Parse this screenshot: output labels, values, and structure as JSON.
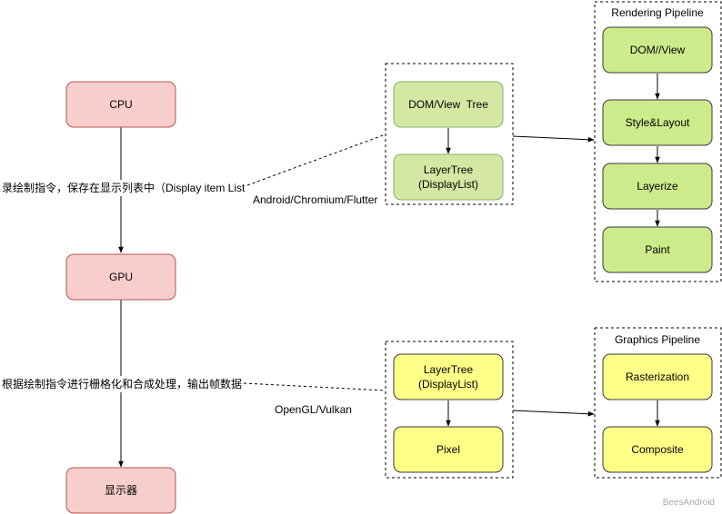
{
  "left_column": {
    "cpu": "CPU",
    "gpu": "GPU",
    "display": "显示器",
    "cpu_to_gpu_label": "录绘制指令，保存在显示列表中（Display item List",
    "gpu_to_display_label": "根据绘制指令进行栅格化和合成处理，输出帧数据"
  },
  "top_group": {
    "dom_view_tree": "DOM/View  Tree",
    "layertree_line1": "LayerTree",
    "layertree_line2": "(DisplayList)",
    "caption": "Android/Chromium/Flutter"
  },
  "rendering_pipeline": {
    "title": "Rendering Pipeline",
    "steps": [
      "DOM//View",
      "Style&Layout",
      "Layerize",
      "Paint"
    ]
  },
  "bottom_group": {
    "layertree_line1": "LayerTree",
    "layertree_line2": "(DisplayList)",
    "pixel": "Pixel",
    "caption": "OpenGL/Vulkan"
  },
  "graphics_pipeline": {
    "title": "Graphics Pipeline",
    "steps": [
      "Rasterization",
      "Composite"
    ]
  },
  "watermark": "BeesAndroid",
  "colors": {
    "red_fill": "#f8cecc",
    "red_stroke": "#b85450",
    "green_fill": "#d5e8a3",
    "yellow_fill": "#ffff88"
  }
}
